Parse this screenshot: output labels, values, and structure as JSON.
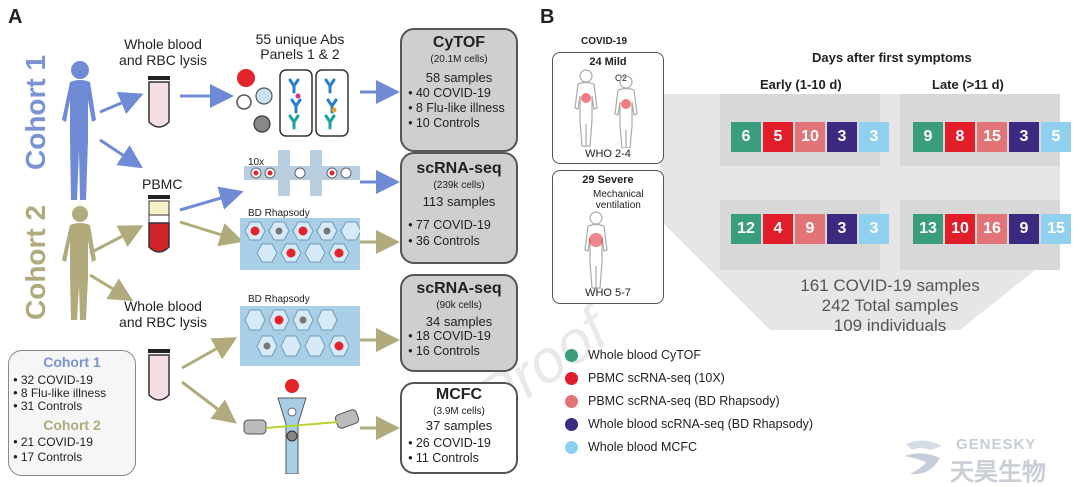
{
  "panel_a_label": "A",
  "panel_b_label": "B",
  "cohort1_label": "Cohort 1",
  "cohort2_label": "Cohort 2",
  "wb_rbc_top": [
    "Whole blood",
    "and RBC lysis"
  ],
  "wb_rbc_bottom": [
    "Whole blood",
    "and RBC lysis"
  ],
  "pbmc_label": "PBMC",
  "abs_label": [
    "55 unique Abs",
    "Panels 1 & 2"
  ],
  "tenx_label": "10x",
  "bd_label_1": "BD Rhapsody",
  "bd_label_2": "BD Rhapsody",
  "cytof": {
    "title": "CyTOF",
    "sub": "(20.1M cells)",
    "samples": "58 samples",
    "items": [
      "40 COVID-19",
      "8 Flu-like illness",
      "10 Controls"
    ]
  },
  "scrna1": {
    "title": "scRNA-seq",
    "sub": "(239k cells)",
    "samples": "113 samples",
    "items": [
      "77 COVID-19",
      "36 Controls"
    ]
  },
  "scrna2": {
    "title": "scRNA-seq",
    "sub": "(90k cells)",
    "samples": "34 samples",
    "items": [
      "18 COVID-19",
      "16 Controls"
    ]
  },
  "mcfc": {
    "title": "MCFC",
    "sub": "(3.9M cells)",
    "samples": "37 samples",
    "items": [
      "26 COVID-19",
      "11 Controls"
    ]
  },
  "summary_box": {
    "c1_title": "Cohort 1",
    "c1_items": [
      "32 COVID-19",
      "8 Flu-like illness",
      "31 Controls"
    ],
    "c2_title": "Cohort 2",
    "c2_items": [
      "21 COVID-19",
      "17 Controls"
    ]
  },
  "panel_b": {
    "covid_label": "COVID-19",
    "mild": {
      "title": "24 Mild",
      "who": "WHO 2-4",
      "o2": "O2"
    },
    "severe": {
      "title": "29 Severe",
      "note": [
        "Mechanical",
        "ventilation"
      ],
      "who": "WHO 5-7"
    },
    "days_title": "Days after first symptoms",
    "early_label": "Early (1-10 d)",
    "late_label": "Late (>11 d)",
    "colors": [
      "#3a9e7e",
      "#e21d2a",
      "#e27477",
      "#3b2a7f",
      "#8fd0ee"
    ],
    "mild_early": [
      "6",
      "5",
      "10",
      "3",
      "3"
    ],
    "mild_late": [
      "9",
      "8",
      "15",
      "3",
      "5"
    ],
    "severe_early": [
      "12",
      "4",
      "9",
      "3",
      "3"
    ],
    "severe_late": [
      "13",
      "10",
      "16",
      "9",
      "15"
    ],
    "summary": [
      "161 COVID-19 samples",
      "242 Total samples",
      "109 individuals"
    ],
    "legend": [
      "Whole blood CyTOF",
      "PBMC scRNA-seq (10X)",
      "PBMC scRNA-seq (BD Rhapsody)",
      "Whole blood scRNA-seq (BD Rhapsody)",
      "Whole blood MCFC"
    ]
  },
  "logo": {
    "en": "GENESKY",
    "cn": "天昊生物"
  },
  "watermark": "Proof"
}
